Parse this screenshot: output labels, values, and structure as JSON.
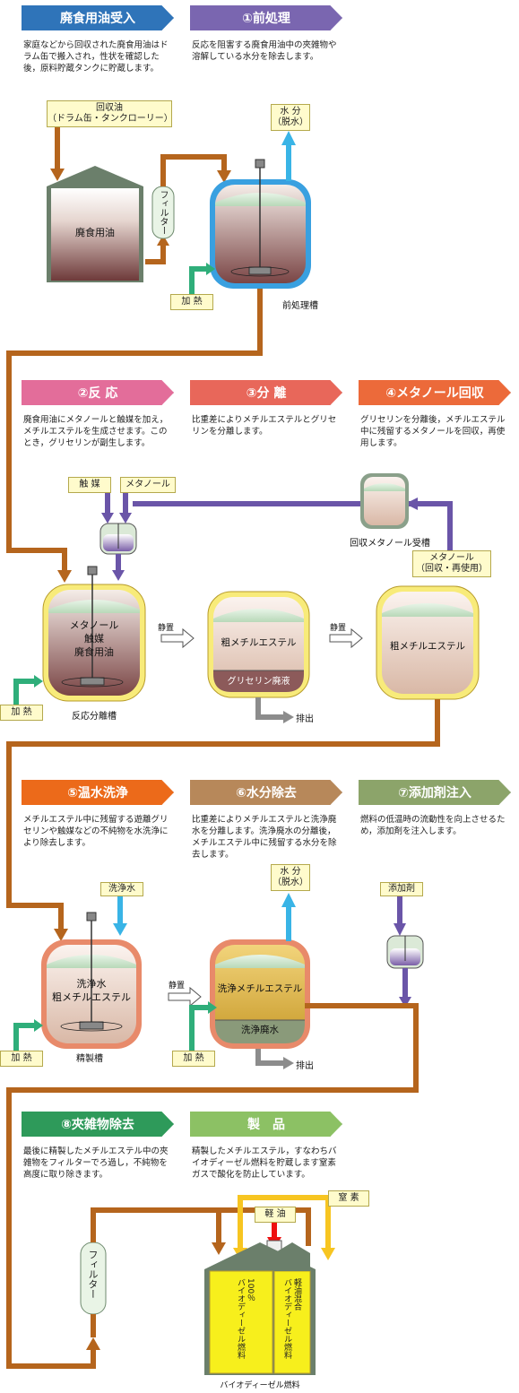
{
  "colors": {
    "pipe": "#b5651d",
    "water": "#39b4e6",
    "purple": "#6a55a8",
    "green": "#2fae7a",
    "yellow": "#f7c521",
    "red": "#e11",
    "tank_yellow": "#fdf6a8"
  },
  "steps": [
    {
      "label": "廃食用油受入",
      "color": "#2f74b9",
      "desc": "家庭などから回収された廃食用油はドラム缶で搬入され，性状を確認した後，原料貯蔵タンクに貯蔵します。"
    },
    {
      "label": "①前処理",
      "color": "#7a66b0",
      "desc": "反応を阻害する廃食用油中の夾雑物や溶解している水分を除去します。"
    },
    {
      "label": "②反 応",
      "color": "#e36d9a",
      "desc": "廃食用油にメタノールと触媒を加え，メチルエステルを生成させます。このとき，グリセリンが副生します。"
    },
    {
      "label": "③分 離",
      "color": "#e8675a",
      "desc": "比重差によりメチルエステルとグリセリンを分離します。"
    },
    {
      "label": "④メタノール回収",
      "color": "#ec6a3a",
      "desc": "グリセリンを分離後，メチルエステル中に残留するメタノールを回収，再使用します。"
    },
    {
      "label": "⑤温水洗浄",
      "color": "#ec6a1a",
      "desc": "メチルエステル中に残留する遊離グリセリンや触媒などの不純物を水洗浄により除去します。"
    },
    {
      "label": "⑥水分除去",
      "color": "#b7885a",
      "desc": "比重差によりメチルエステルと洗浄廃水を分離します。洗浄廃水の分離後，メチルエステル中に残留する水分を除去します。"
    },
    {
      "label": "⑦添加剤注入",
      "color": "#8ca46a",
      "desc": "燃料の低温時の流動性を向上させるため，添加剤を注入します。"
    },
    {
      "label": "⑧夾雑物除去",
      "color": "#2e9a5a",
      "desc": "最後に精製したメチルエステル中の夾雑物をフィルターでろ過し，不純物を高度に取り除きます。"
    },
    {
      "label": "製　品",
      "color": "#8cc164",
      "desc": "精製したメチルエステル，すなわちバイオディーゼル燃料を貯蔵します窒素ガスで酸化を防止しています。"
    }
  ],
  "labels": {
    "recovered_oil": "回収油\n（ドラム缶・タンクローリー）",
    "water_dehydrate": "水 分\n（脱水）",
    "waste_oil": "廃食用油",
    "filter": "フィルター",
    "heat": "加 熱",
    "pretreat_tank": "前処理槽",
    "catalyst": "触 媒",
    "methanol": "メタノール",
    "recovered_methanol_tank": "回収メタノール受槽",
    "methanol_reuse": "メタノール\n（回収・再使用）",
    "reactor_contents": "メタノール\n触媒\n廃食用油",
    "reactor": "反応分離槽",
    "still": "静置",
    "crude_ester": "粗メチルエステル",
    "glycerin": "グリセリン廃液",
    "discharge": "排出",
    "wash_water": "洗浄水",
    "wash_contents": "洗浄水\n粗メチルエステル",
    "refine_tank": "精製槽",
    "washed_ester": "洗浄メチルエステル",
    "wash_waste": "洗浄廃水",
    "additive": "添加剤",
    "filter2": "フィルター",
    "light_oil": "軽 油",
    "nitrogen": "窒 素",
    "bdf100": "100％\nバイオディーゼル燃料",
    "bdf_mix": "軽油混合\nバイオディーゼル燃料",
    "bdf_storage": "バイオディーゼル燃料"
  }
}
